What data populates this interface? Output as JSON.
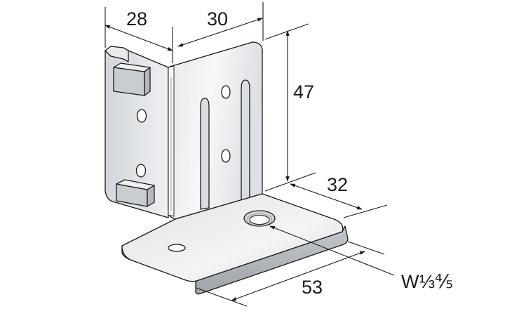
{
  "dimensions": {
    "width_left": "28",
    "width_right": "30",
    "height": "47",
    "depth": "32",
    "length": "53",
    "bolt": "W⅓⅘"
  }
}
